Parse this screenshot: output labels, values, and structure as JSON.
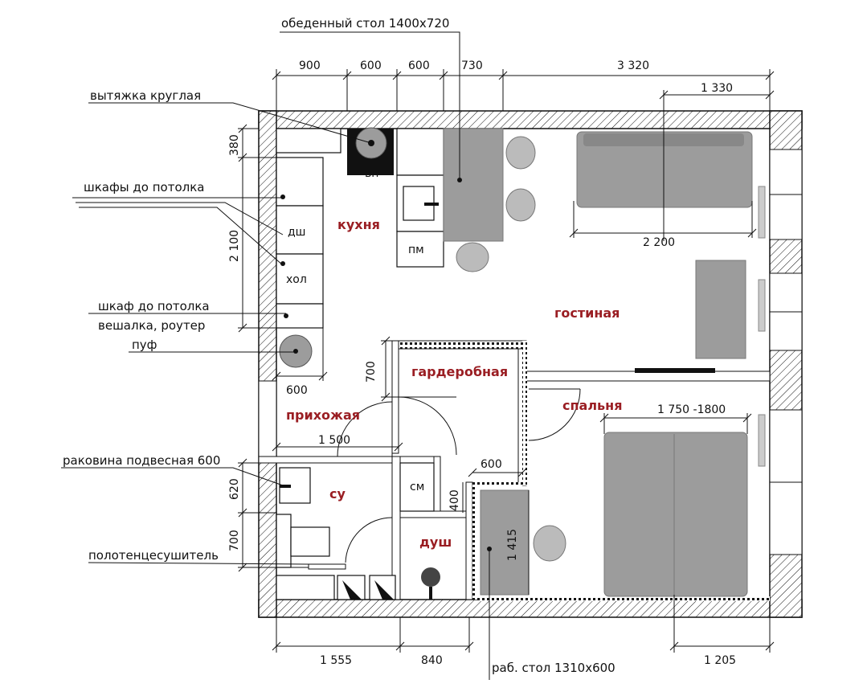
{
  "callouts": {
    "dining_table": "обеденный стол 1400x720",
    "hood": "вытяжка круглая",
    "cabinets": "шкафы до потолка",
    "cabinet": "шкаф до потолка",
    "hanger": "вешалка, роутер",
    "pouf": "пуф",
    "sink": "раковина подвесная 600",
    "towel_dryer": "полотенцесушитель",
    "work_desk": "раб. стол 1310x600"
  },
  "rooms": {
    "kitchen": "кухня",
    "living": "гостиная",
    "wardrobe": "гардеробная",
    "bedroom": "спальня",
    "hallway": "прихожая",
    "bathroom": "су",
    "shower": "душ"
  },
  "appliances": {
    "cooktop": "вп",
    "dishwasher": "дш",
    "fridge": "хол",
    "oven": "пм",
    "washer": "см"
  },
  "dims": {
    "top_900": "900",
    "top_600a": "600",
    "top_600b": "600",
    "top_730": "730",
    "top_3320": "3 320",
    "top_1330": "1 330",
    "left_380": "380",
    "left_2100": "2 100",
    "sofa_2200": "2 200",
    "hall_600": "600",
    "closet_700": "700",
    "hall_1500": "1 500",
    "bed_1750": "1 750 -1800",
    "desk_600": "600",
    "desk_400": "400",
    "bath_620": "620",
    "bath_700": "700",
    "desk_1415": "1 415",
    "bottom_1555": "1 555",
    "bottom_840": "840",
    "bottom_1205": "1 205"
  }
}
